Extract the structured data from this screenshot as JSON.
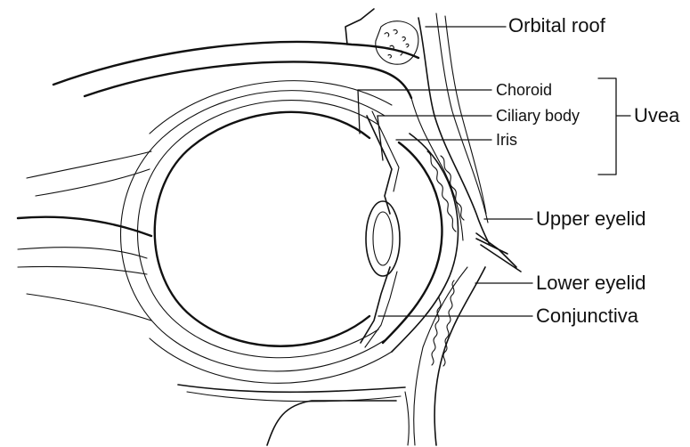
{
  "labels": {
    "orbital_roof": "Orbital roof",
    "choroid": "Choroid",
    "ciliary_body": "Ciliary body",
    "iris": "Iris",
    "uvea": "Uvea",
    "upper_eyelid": "Upper eyelid",
    "lower_eyelid": "Lower eyelid",
    "conjunctiva": "Conjunctiva"
  }
}
